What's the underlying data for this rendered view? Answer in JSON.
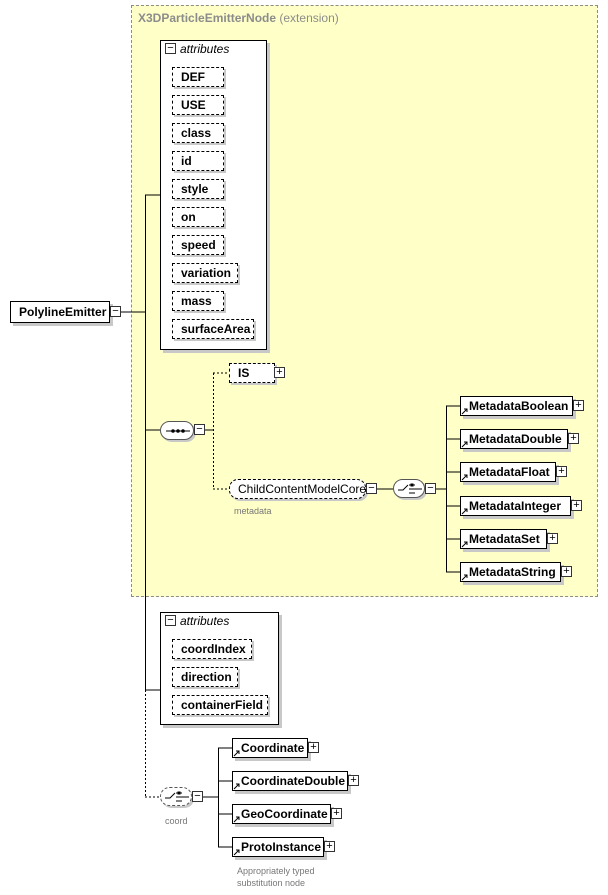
{
  "diagram": {
    "root_element": "PolylineEmitter",
    "extension": {
      "base_name": "X3DParticleEmitterNode",
      "suffix": "(extension)",
      "attributes_label": "attributes",
      "attributes": [
        "DEF",
        "USE",
        "class",
        "id",
        "style",
        "on",
        "speed",
        "variation",
        "mass",
        "surfaceArea"
      ],
      "is_element": "IS",
      "child_group": "ChildContentModelCore",
      "child_group_sublabel": "metadata",
      "metadata_elements": [
        "MetadataBoolean",
        "MetadataDouble",
        "MetadataFloat",
        "MetadataInteger",
        "MetadataSet",
        "MetadataString"
      ]
    },
    "own_attributes_label": "attributes",
    "own_attributes": [
      "coordIndex",
      "direction",
      "containerField"
    ],
    "coord_choice_sublabel": "coord",
    "coord_elements": [
      "Coordinate",
      "CoordinateDouble",
      "GeoCoordinate",
      "ProtoInstance"
    ],
    "coord_note_line1": "Appropriately typed",
    "coord_note_line2": "substitution node"
  },
  "colors": {
    "extension_fill": "#ffffc8",
    "extension_border": "#8c8c8c",
    "line": "#000000",
    "muted_text": "#8c8c8c"
  }
}
